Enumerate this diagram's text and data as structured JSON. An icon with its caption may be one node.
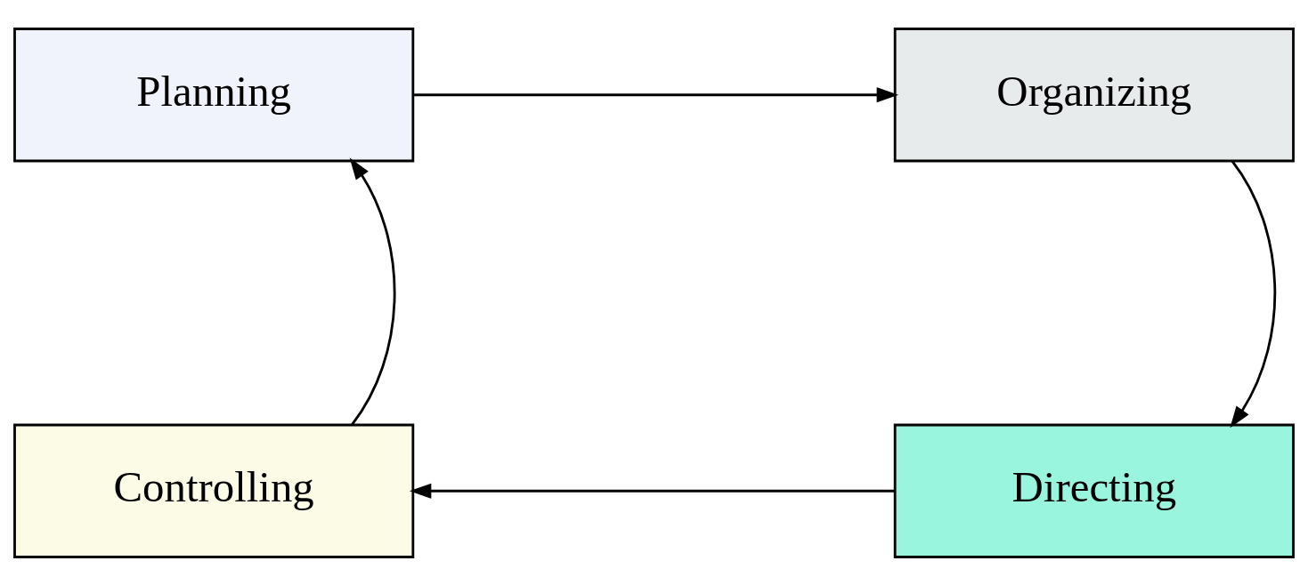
{
  "diagram": {
    "nodes": [
      {
        "text": [
          "Planning"
        ]
      },
      {
        "text": [
          "Organizing"
        ]
      },
      {
        "text": [
          "Directing"
        ]
      },
      {
        "text": [
          "Controlling"
        ]
      }
    ],
    "edges": [
      {
        "from": 0,
        "to": 1,
        "arrow": "to"
      },
      {
        "from": 1,
        "to": 2,
        "arrow": "to"
      },
      {
        "from": 2,
        "to": 3,
        "arrow": "to"
      },
      {
        "from": 3,
        "to": 0,
        "arrow": "to"
      }
    ]
  }
}
